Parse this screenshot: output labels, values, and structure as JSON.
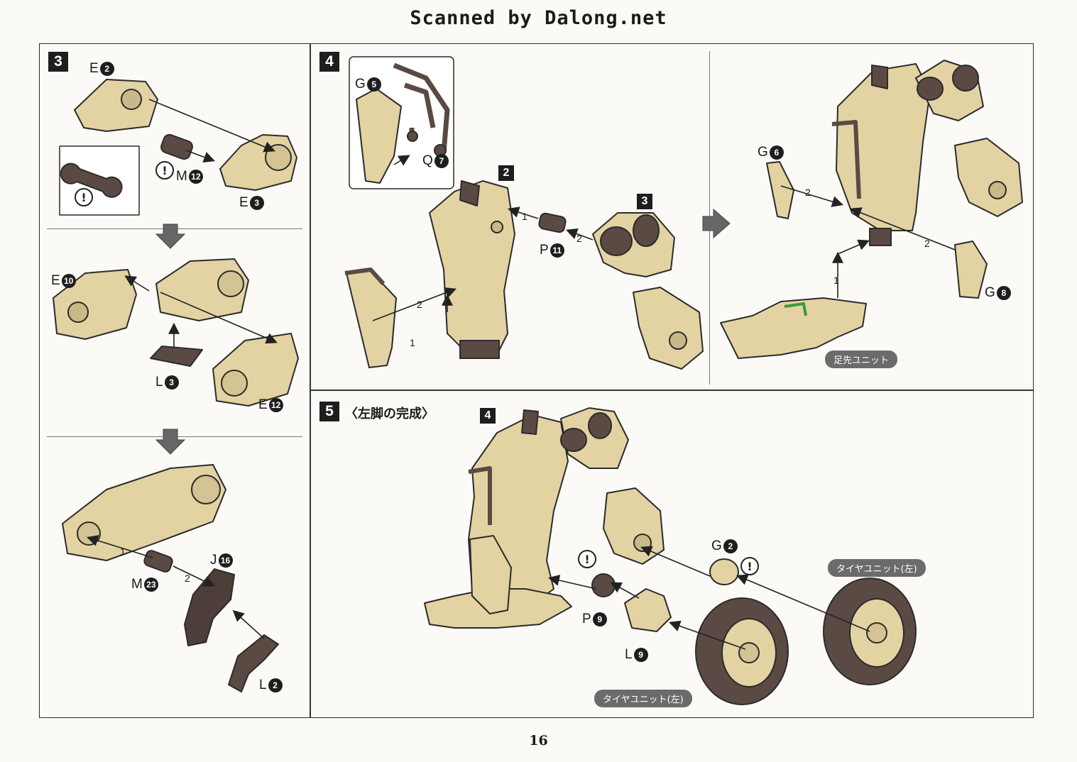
{
  "header": {
    "title": "Scanned by Dalong.net"
  },
  "page": {
    "number": "16"
  },
  "colors": {
    "part_tan": "#e3d3a3",
    "part_dark": "#5b4a44",
    "outline": "#2b2b2b",
    "badge_gray": "#6b6b6b"
  },
  "step3": {
    "number": "3",
    "labels": {
      "e2": "E",
      "e2n": "2",
      "m12": "M",
      "m12n": "12",
      "e3": "E",
      "e3n": "3",
      "e10": "E",
      "e10n": "10",
      "l3": "L",
      "l3n": "3",
      "e12": "E",
      "e12n": "12",
      "j16": "J",
      "j16n": "16",
      "m23": "M",
      "m23n": "23",
      "l2": "L",
      "l2n": "2"
    },
    "order": {
      "a": "1",
      "b": "2"
    }
  },
  "step4": {
    "number": "4",
    "sub": {
      "s2": "2",
      "s3": "3"
    },
    "labels": {
      "g5": "G",
      "g5n": "5",
      "q7": "Q",
      "q7n": "7",
      "p11": "P",
      "p11n": "11",
      "g6": "G",
      "g6n": "6",
      "g8": "G",
      "g8n": "8"
    },
    "order": {
      "a": "1",
      "b": "2",
      "c": "1",
      "d": "2",
      "e": "2",
      "f": "1",
      "g": "2"
    },
    "toe_unit": "足先ユニット"
  },
  "step5": {
    "number": "5",
    "title": "〈左脚の完成〉",
    "sub": {
      "s4": "4"
    },
    "labels": {
      "g2": "G",
      "g2n": "2",
      "p9": "P",
      "p9n": "9",
      "l9": "L",
      "l9n": "9"
    },
    "tire_unit_right": "タイヤユニット(左)",
    "tire_unit_bottom": "タイヤユニット(左)"
  }
}
